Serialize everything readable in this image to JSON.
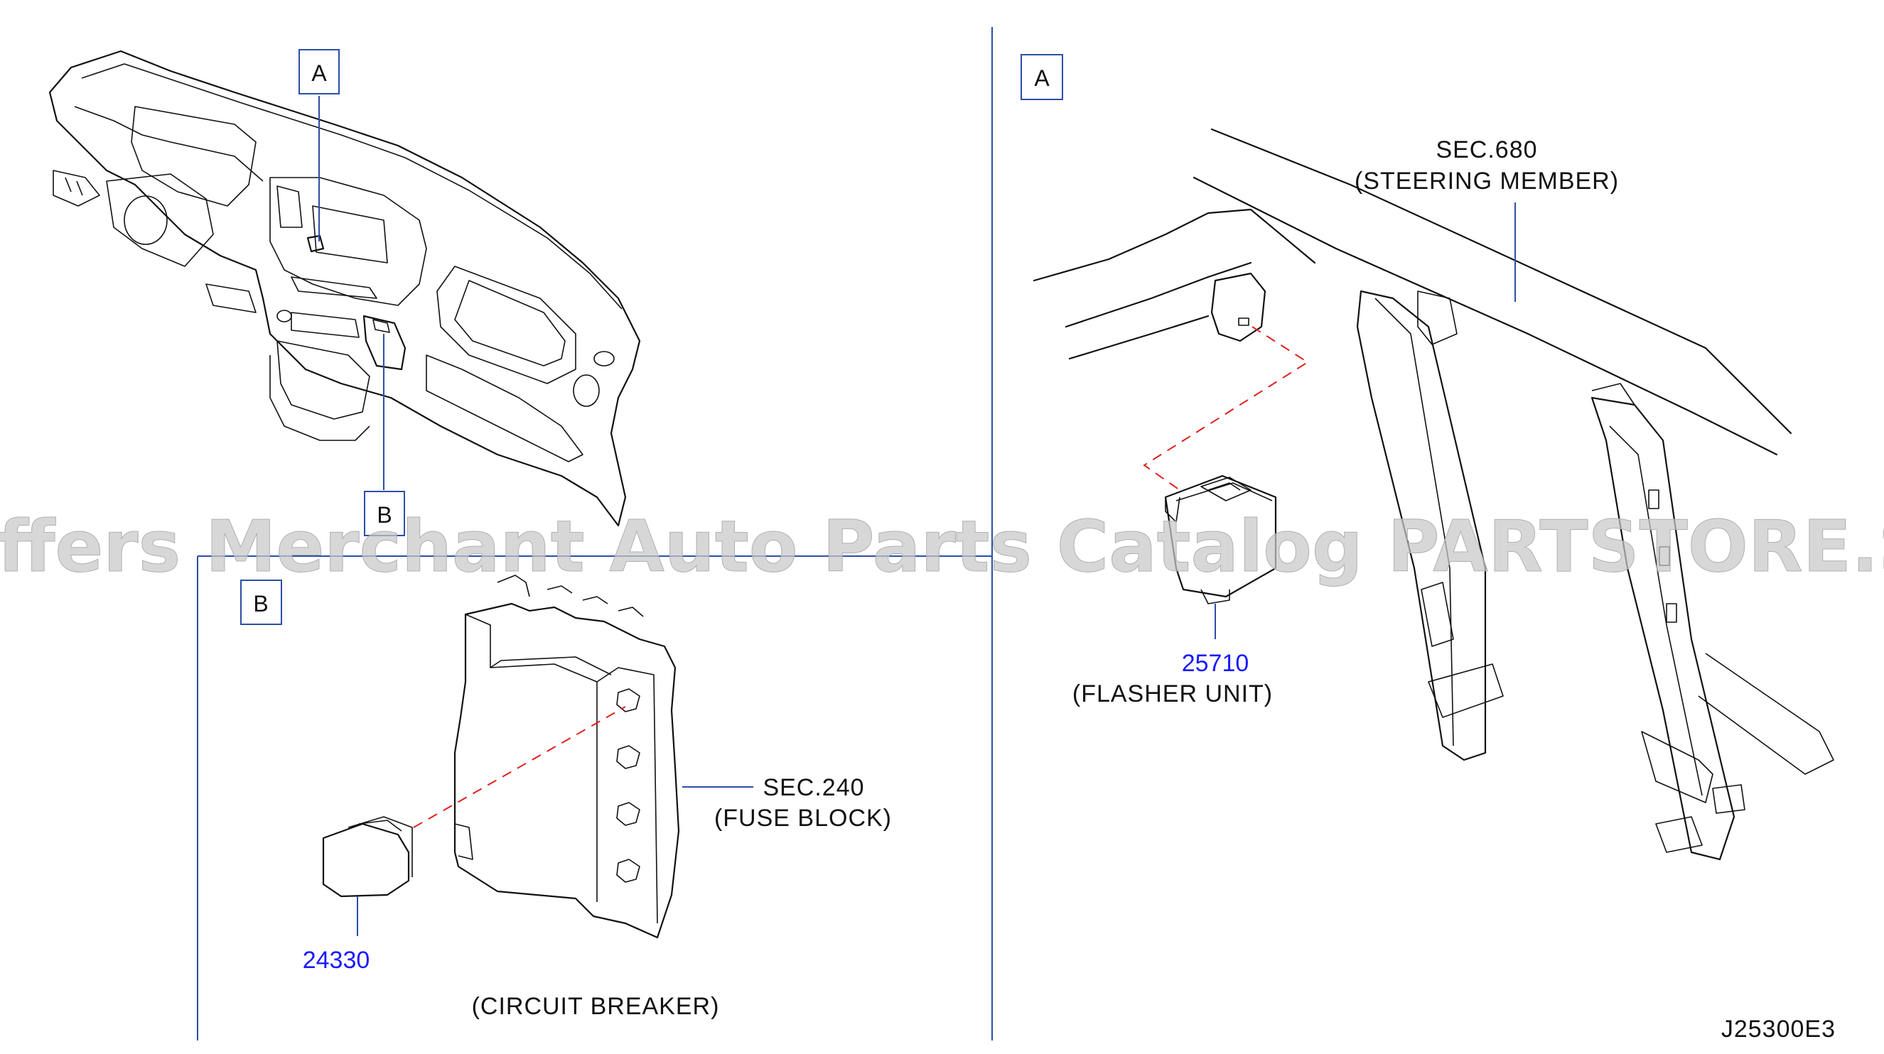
{
  "diagram": {
    "section_labels": {
      "a_top": "A",
      "b_top": "B",
      "a_panel": "A",
      "b_panel": "B"
    },
    "parts": {
      "flasher": {
        "part_number": "25710",
        "name": "(FLASHER  UNIT)"
      },
      "circuit_breaker_part": {
        "part_number": "24330"
      },
      "circuit_breaker_caption": "(CIRCUIT  BREAKER)"
    },
    "references": {
      "steering_member": {
        "section": "SEC.680",
        "name": "(STEERING  MEMBER)"
      },
      "fuse_block": {
        "section": "SEC.240",
        "name": "(FUSE  BLOCK)"
      }
    },
    "drawing_code": "J25300E3",
    "watermark": "Offers Merchant Auto Parts Catalog PARTSTORE.SA",
    "colors": {
      "leader": "#2b4fa8",
      "part_number": "#1a1aff",
      "dashed_line": "#e0201e",
      "watermark": "#c8c8c8"
    }
  }
}
